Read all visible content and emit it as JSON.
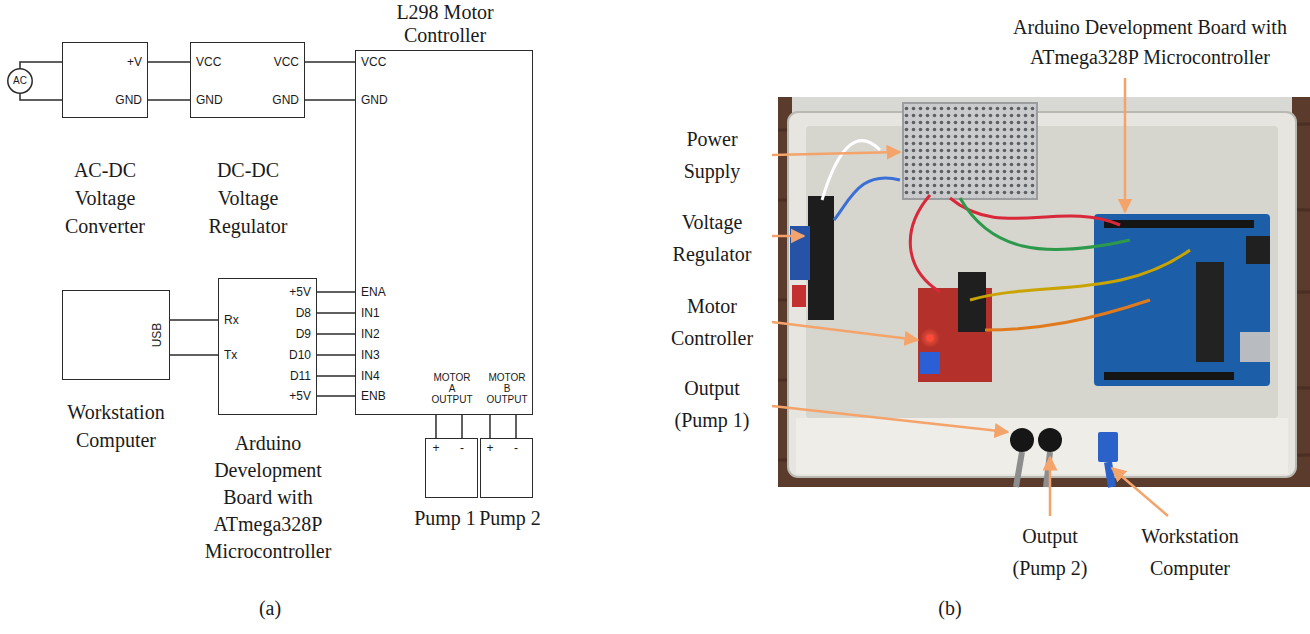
{
  "diagram": {
    "nodes": [
      {
        "text": [
          "AC"
        ]
      },
      {
        "text": [
          "+V",
          "GND",
          "AC-DC Voltage Converter"
        ]
      },
      {
        "text": [
          "VCC",
          "GND",
          "VCC",
          "GND",
          "DC-DC Voltage Regulator"
        ]
      },
      {
        "text": [
          "L298 Motor Controller",
          "VCC",
          "GND",
          "ENA",
          "IN1",
          "IN2",
          "IN3",
          "IN4",
          "ENB",
          "MOTOR A OUTPUT",
          "MOTOR B OUTPUT"
        ]
      },
      {
        "text": [
          "USB",
          "Workstation Computer"
        ]
      },
      {
        "text": [
          "Rx",
          "Tx",
          "+5V",
          "D8",
          "D9",
          "D10",
          "D11",
          "+5V",
          "Arduino Development Board with ATmega328P Microcontroller"
        ]
      },
      {
        "text": [
          "+",
          "-",
          "Pump 1"
        ]
      },
      {
        "text": [
          "+",
          "-",
          "Pump 2"
        ]
      }
    ],
    "edges": [
      {
        "from": 0,
        "to": 1,
        "arrow": "none"
      },
      {
        "from": 0,
        "to": 1,
        "arrow": "none"
      },
      {
        "from": 1,
        "to": 2,
        "arrow": "none"
      },
      {
        "from": 1,
        "to": 2,
        "arrow": "none"
      },
      {
        "from": 2,
        "to": 3,
        "arrow": "none"
      },
      {
        "from": 2,
        "to": 3,
        "arrow": "none"
      },
      {
        "from": 4,
        "to": 5,
        "arrow": "none"
      },
      {
        "from": 4,
        "to": 5,
        "arrow": "none"
      },
      {
        "from": 5,
        "to": 3,
        "arrow": "none"
      },
      {
        "from": 5,
        "to": 3,
        "arrow": "none"
      },
      {
        "from": 5,
        "to": 3,
        "arrow": "none"
      },
      {
        "from": 5,
        "to": 3,
        "arrow": "none"
      },
      {
        "from": 5,
        "to": 3,
        "arrow": "none"
      },
      {
        "from": 5,
        "to": 3,
        "arrow": "none"
      },
      {
        "from": 3,
        "to": 6,
        "arrow": "none"
      },
      {
        "from": 3,
        "to": 6,
        "arrow": "none"
      },
      {
        "from": 3,
        "to": 7,
        "arrow": "none"
      },
      {
        "from": 3,
        "to": 7,
        "arrow": "none"
      }
    ],
    "labels": [
      "(a)",
      "Arduino Development Board with ATmega328P Microcontroller",
      "Power Supply",
      "Voltage Regulator",
      "Motor Controller",
      "Output (Pump 1)",
      "Output (Pump 2)",
      "Workstation Computer",
      "(b)"
    ]
  }
}
